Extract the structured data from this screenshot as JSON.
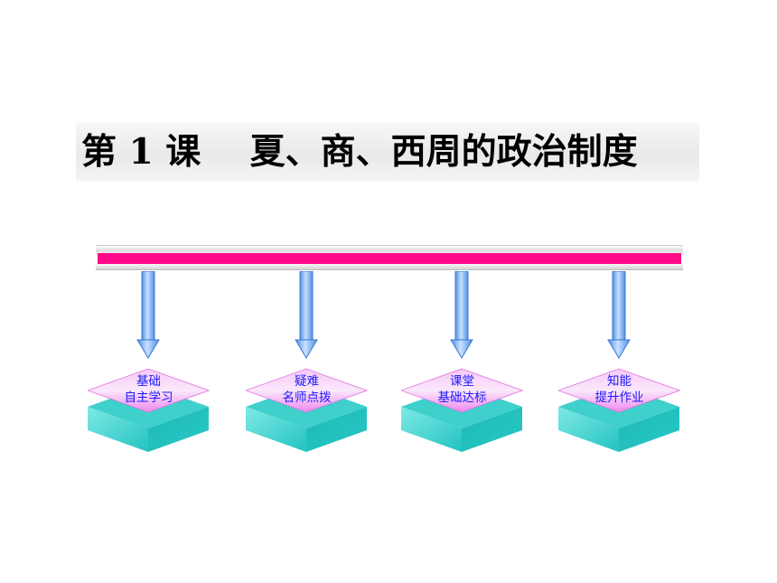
{
  "title": "第 1 课    夏、商、西周的政治制度",
  "colors": {
    "bar": "#ff0a8a",
    "arrow": "#7fb2ff",
    "node_top": "#ee88ee",
    "node_base": "#33d1cf",
    "label_text": "#1a1aff"
  },
  "nodes": [
    {
      "line1": "基础",
      "line2": "自主学习",
      "icon": "arrow-down-icon"
    },
    {
      "line1": "疑难",
      "line2": "名师点拨",
      "icon": "arrow-down-icon"
    },
    {
      "line1": "课堂",
      "line2": "基础达标",
      "icon": "arrow-down-icon"
    },
    {
      "line1": "知能",
      "line2": "提升作业",
      "icon": "arrow-down-icon"
    }
  ]
}
